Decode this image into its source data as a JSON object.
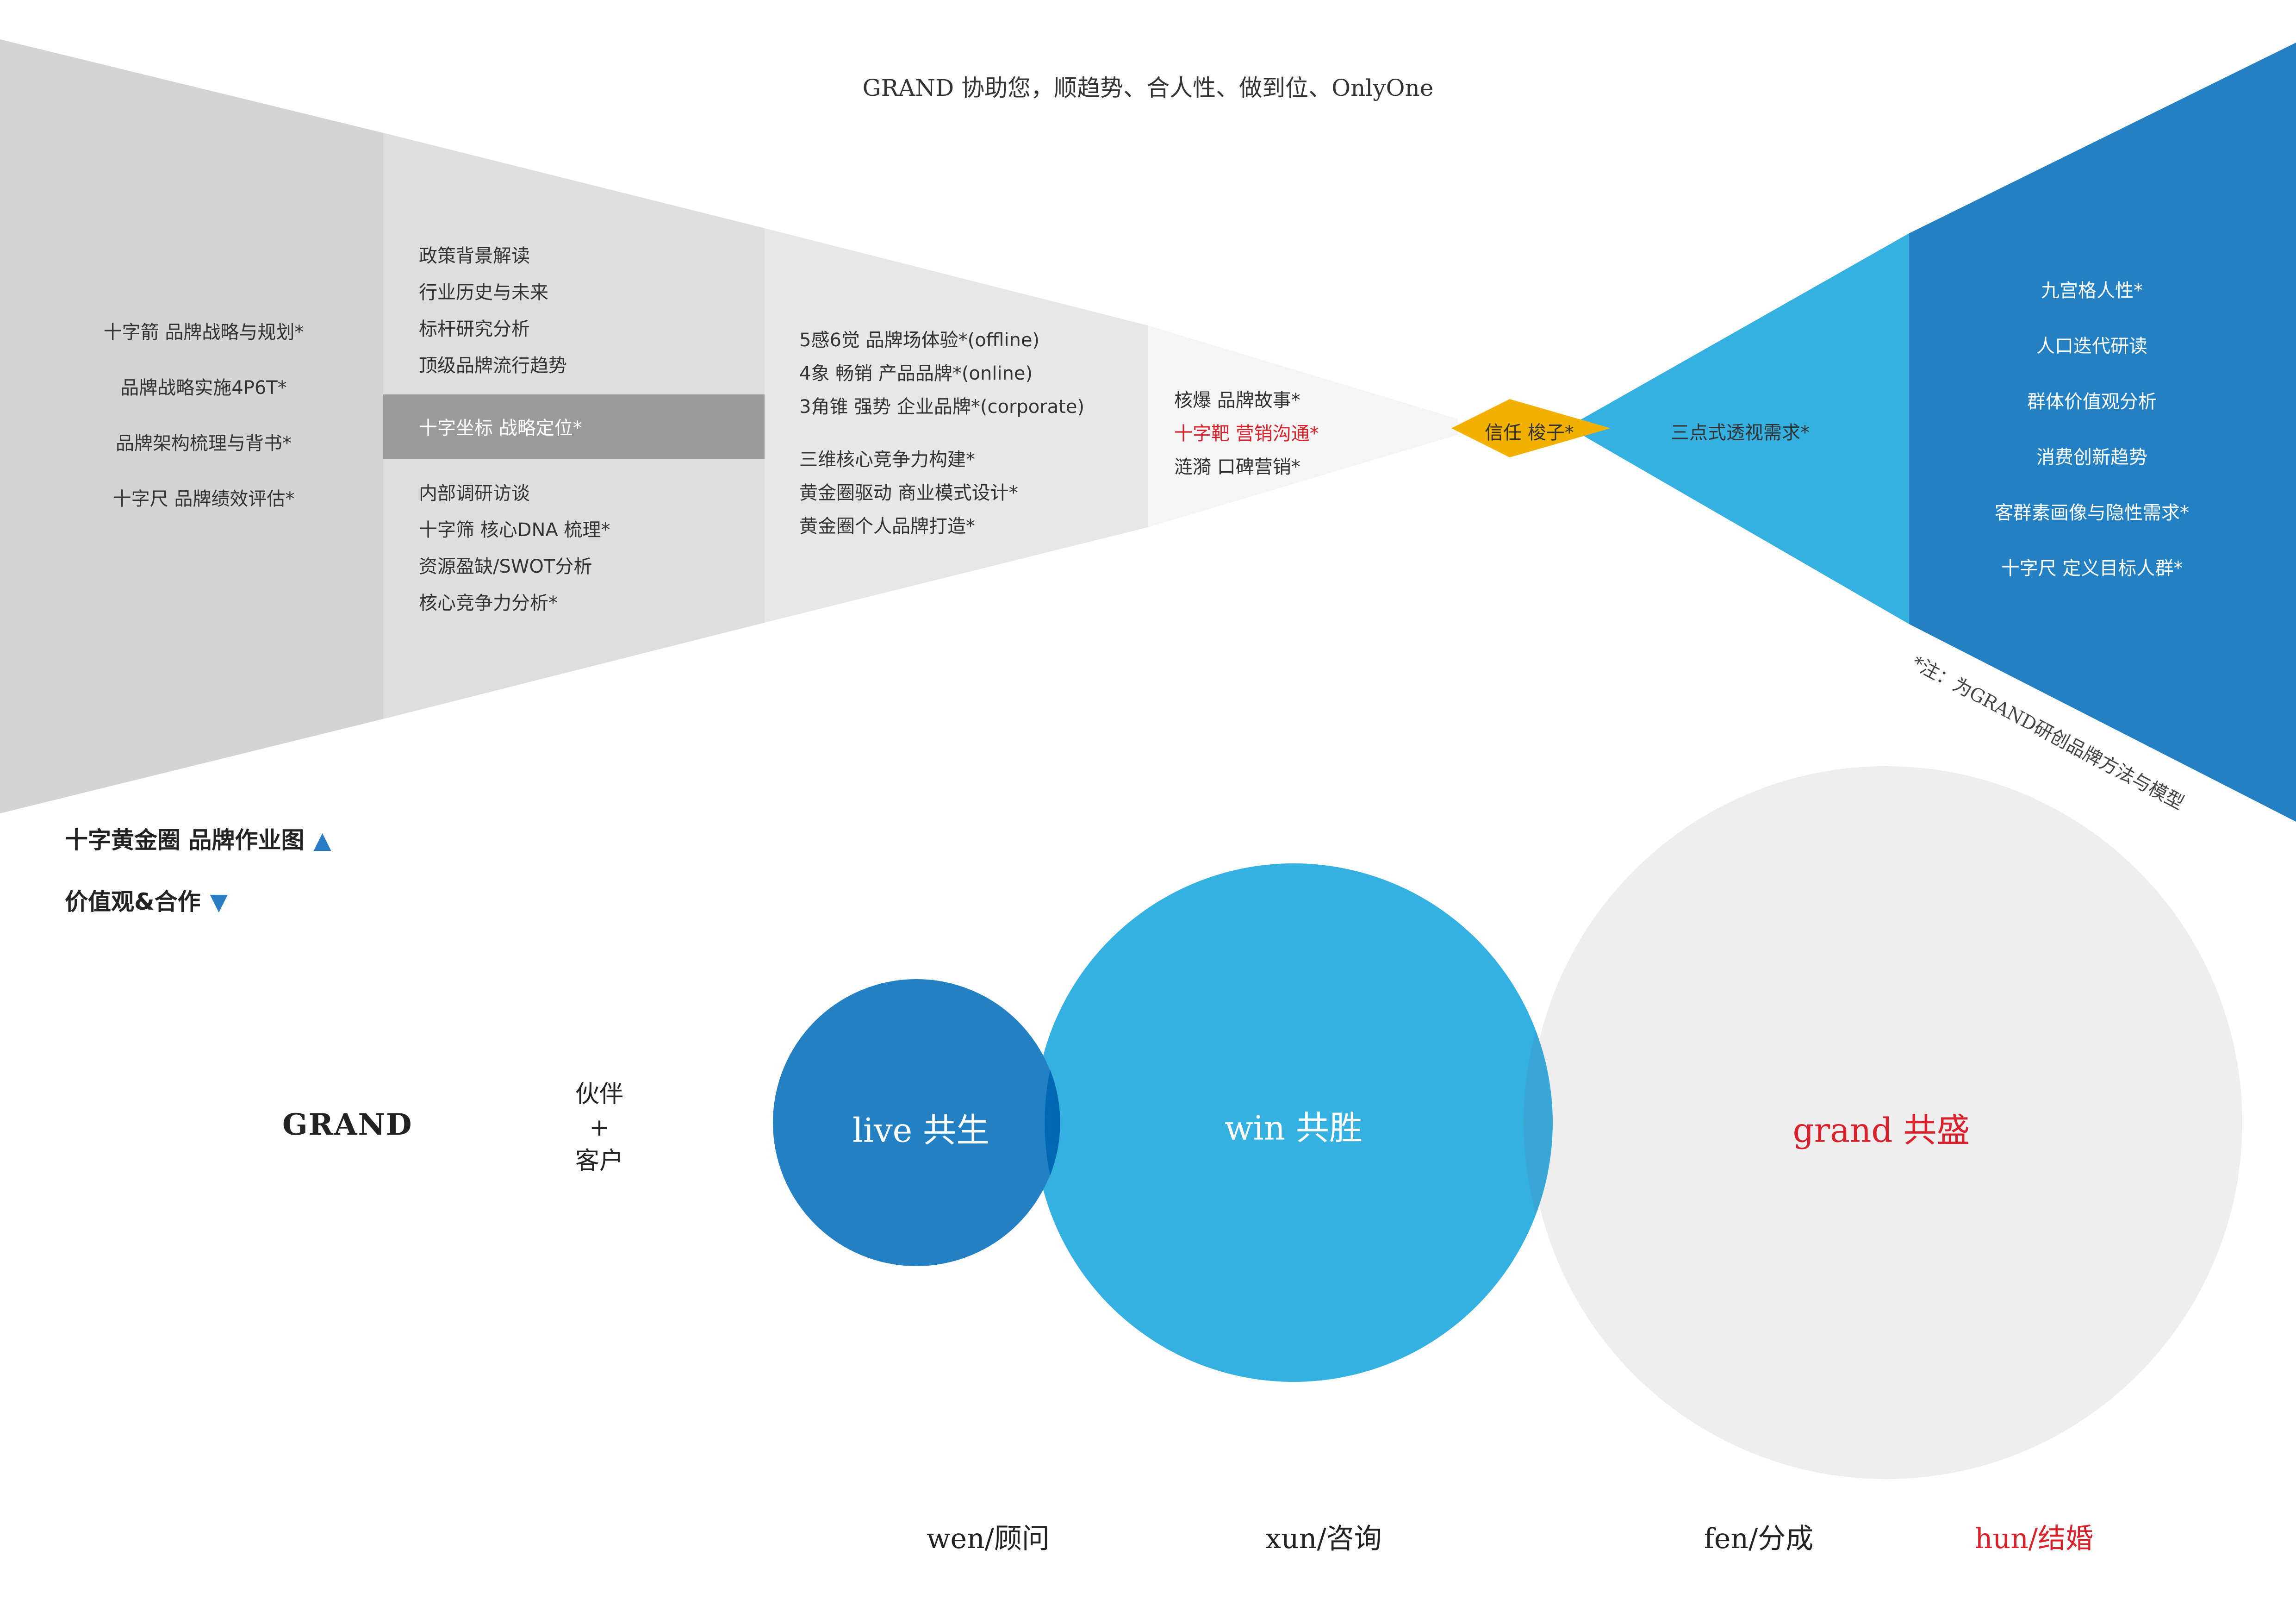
{
  "tagline": "GRAND 协助您，顺趋势、合人性、做到位、OnlyOne",
  "funnel": {
    "col1": [
      "十字箭 品牌战略与规划*",
      "品牌战略实施4P6T*",
      "品牌架构梳理与背书*",
      "十字尺 品牌绩效评估*"
    ],
    "col2_top": [
      "政策背景解读",
      "行业历史与未来",
      "标杆研究分析",
      "顶级品牌流行趋势"
    ],
    "col2_highlight": "十字坐标 战略定位*",
    "col2_bottom": [
      "内部调研访谈",
      "十字筛 核心DNA 梳理*",
      "资源盈缺/SWOT分析",
      "核心竞争力分析*"
    ],
    "col3_top": [
      "5感6觉 品牌场体验*(offline)",
      "4象 畅销 产品品牌*(online)",
      "3角锥 强势 企业品牌*(corporate)"
    ],
    "col3_bottom": [
      "三维核心竞争力构建*",
      "黄金圈驱动 商业模式设计*",
      "黄金圈个人品牌打造*"
    ],
    "col4": [
      "核爆 品牌故事*",
      "十字靶 营销沟通*",
      "涟漪 口碑营销*"
    ],
    "diamond": "信任 梭子*",
    "right_mid": "三点式透视需求*",
    "right_col": [
      "九宫格人性*",
      "人口迭代研读",
      "群体价值观分析",
      "消费创新趋势",
      "客群素画像与隐性需求*",
      "十字尺 定义目标人群*"
    ],
    "note": "*注：为GRAND研创品牌方法与模型"
  },
  "section_labels": {
    "top": "十字黄金圈 品牌作业图",
    "bottom": "价值观&合作"
  },
  "partners": {
    "logo": "GRAND",
    "partner_lines": [
      "伙伴",
      "+",
      "客户"
    ]
  },
  "circles": {
    "live": "live 共生",
    "win": "win 共胜",
    "grand": "grand 共盛"
  },
  "bottom_labels": [
    "wen/顾问",
    "xun/咨询",
    "fen/分成",
    "hun/结婚"
  ],
  "colors": {
    "gray_outer": "#d4d4d6",
    "gray_mid": "#dedede",
    "gray_light": "#e7e7e9",
    "gray_pale": "#f5f5f5",
    "highlight_gray": "#9b9b9b",
    "diamond_gold": "#f2b100",
    "cyan": "#34b0e1",
    "blue": "#2280c3",
    "circle_grey": "#eeeeee",
    "red": "#d9202b"
  }
}
